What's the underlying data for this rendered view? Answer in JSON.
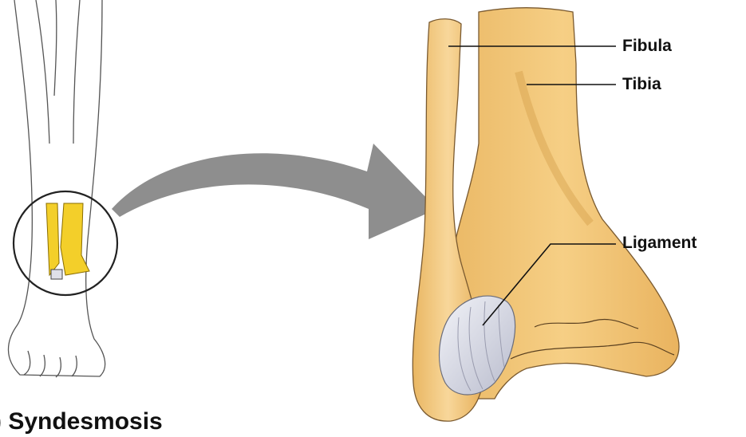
{
  "labels": {
    "fibula": "Fibula",
    "tibia": "Tibia",
    "ligament": "Ligament"
  },
  "caption": ") Syndesmosis",
  "colors": {
    "bone": "#f2c272",
    "bone_highlight": "#f8d998",
    "bone_yellow": "#f3cf2a",
    "ligament": "#d9dbe6",
    "arrow": "#8e8e8e",
    "outline": "#333333"
  },
  "icons": {
    "arrow": "curved-arrow-icon"
  }
}
